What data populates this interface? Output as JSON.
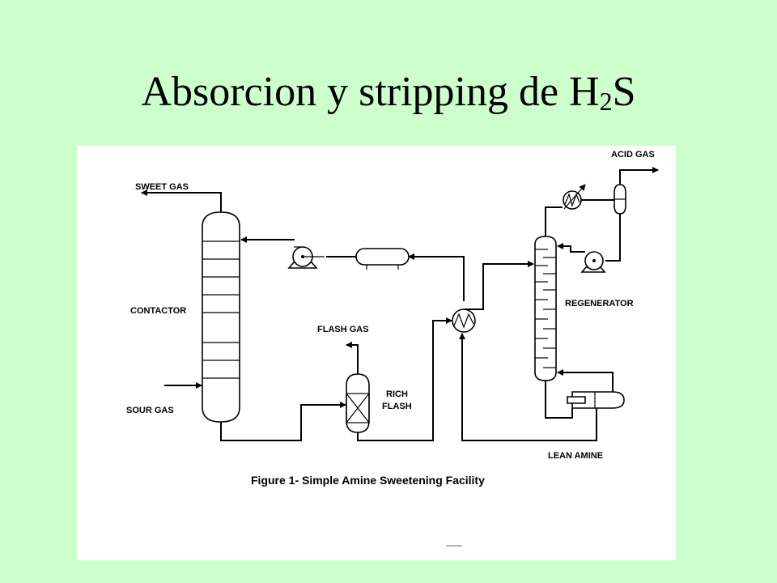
{
  "slide": {
    "title_main": "Absorcion y stripping de H",
    "title_sub": "2",
    "title_end": "S",
    "background": "#ccffcc"
  },
  "figure": {
    "labels": {
      "sweet_gas": "SWEET GAS",
      "contactor": "CONTACTOR",
      "sour_gas": "SOUR GAS",
      "flash_gas": "FLASH GAS",
      "rich_flash_1": "RICH",
      "rich_flash_2": "FLASH",
      "acid_gas": "ACID GAS",
      "regenerator": "REGENERATOR",
      "lean_amine": "LEAN AMINE"
    },
    "caption": "Figure 1- Simple Amine Sweetening Facility"
  }
}
